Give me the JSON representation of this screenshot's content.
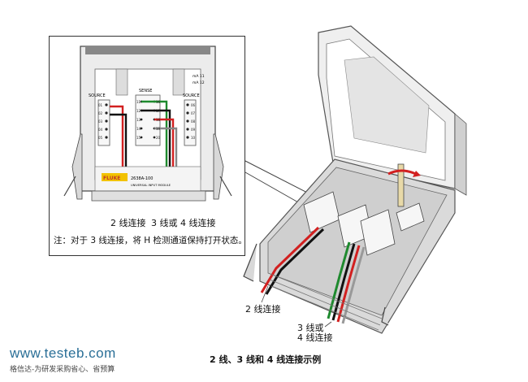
{
  "left_panel": {
    "labels": {
      "source_left": "SOURCE",
      "source_right": "SOURCE",
      "sense": "SENSE",
      "ma11": "mA 11",
      "ma12": "mA 12",
      "brand": "FLUKE",
      "model": "2638A-100",
      "module": "UNIVERSAL INPUT MODULE"
    },
    "left_channels": [
      "01",
      "02",
      "03",
      "04",
      "05"
    ],
    "right_channels": [
      "06",
      "07",
      "08",
      "09",
      "10"
    ],
    "sense_left": [
      "11",
      "12",
      "13",
      "14",
      "15"
    ],
    "sense_right": [
      "16",
      "17",
      "18",
      "19",
      "20"
    ],
    "wire_label_2": "2 线连接",
    "wire_label_34": "3 线或 4 线连接",
    "note": "注：对于 3 线连接，将 H 检测通道保持打开状态。"
  },
  "right_view": {
    "label_2wire": "2 线连接",
    "label_34wire_line1": "3 线或",
    "label_34wire_line2": "4 线连接"
  },
  "caption": "2 线、3 线和 4 线连接示例",
  "watermark": {
    "site": "www.testeb.com",
    "tagline": "格信达-为研发采购省心、省预算"
  },
  "colors": {
    "wire_red": "#d22020",
    "wire_green": "#1e8a2e",
    "wire_black": "#111111",
    "wire_white": "#ffffff",
    "brand_yellow": "#f2c200",
    "brand_red": "#c0392b",
    "watermark_blue": "#2a6f97"
  }
}
